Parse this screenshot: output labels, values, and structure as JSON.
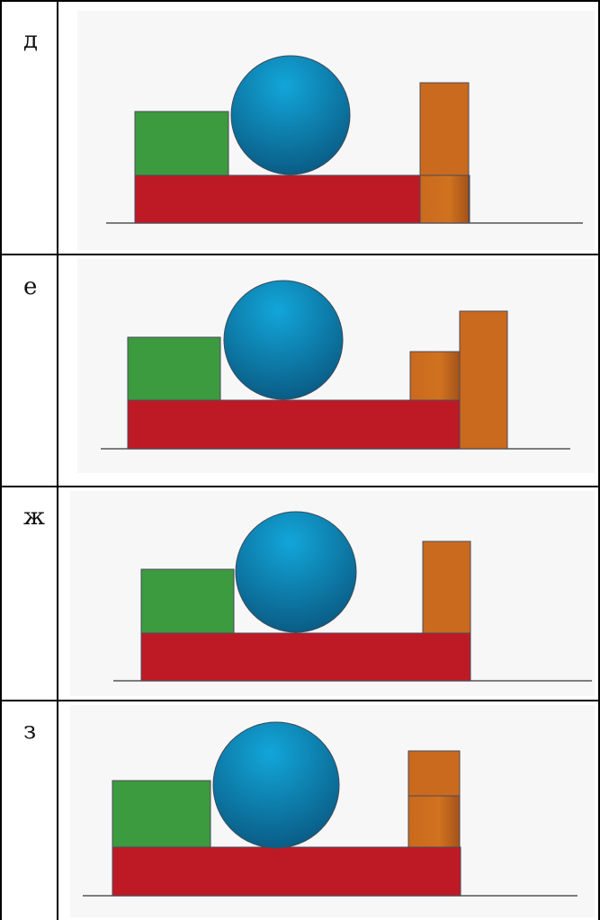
{
  "rows": [
    {
      "label": "д",
      "variant": "tall-block-on-beam"
    },
    {
      "label": "е",
      "variant": "short-block-on-beam-tall-block-beside"
    },
    {
      "label": "ж",
      "variant": "tall-block-on-beam-no-stack"
    },
    {
      "label": "з",
      "variant": "two-stacked-blocks-on-beam"
    }
  ],
  "colors": {
    "green": "#3c9a3f",
    "red": "#be1a26",
    "orange": "#c96a1e",
    "orange_dark": "#a4531a",
    "ball_light": "#12a6d9",
    "ball_dark": "#0a5d86",
    "ground": "#555555",
    "panel_bg": "#f7f7f8",
    "outline": "#4a4a5a"
  }
}
